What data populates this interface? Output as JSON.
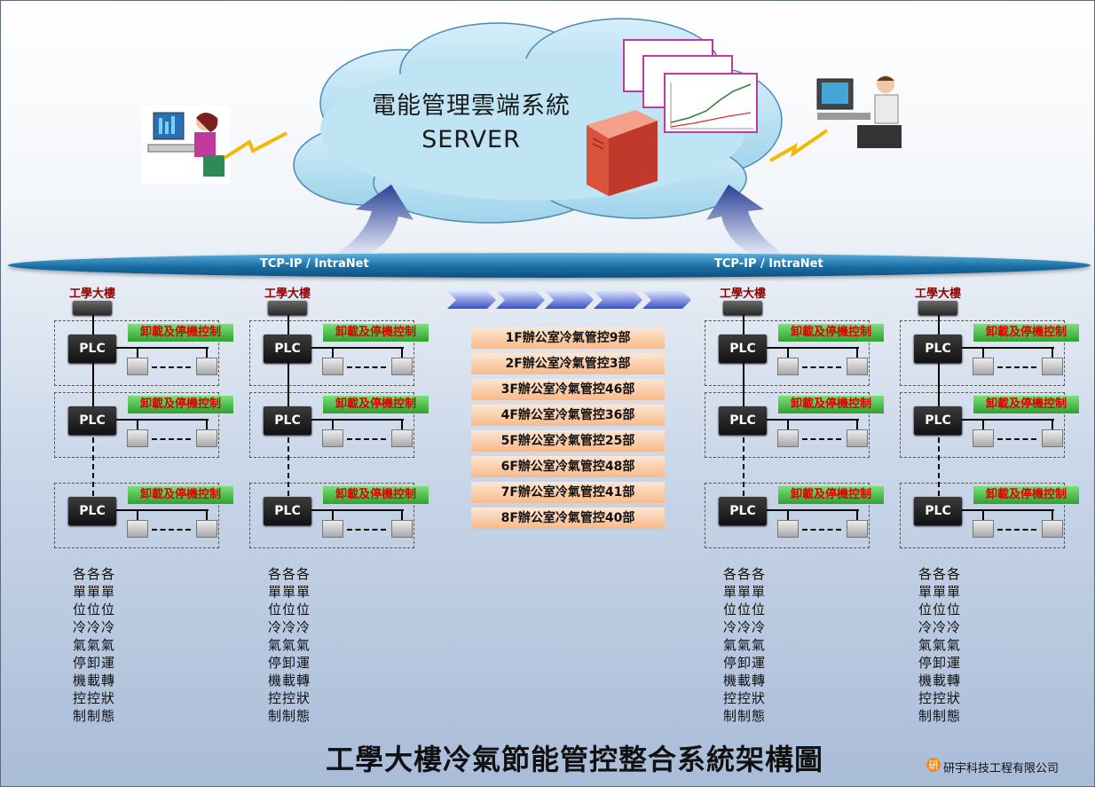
{
  "cloud": {
    "title": "電能管理雲端系統",
    "subtitle": "SERVER"
  },
  "bus_labels": [
    "TCP-IP / IntraNet",
    "TCP-IP / IntraNet"
  ],
  "building_label": "工學大樓",
  "plc_label": "PLC",
  "control_tag": "卸載及停機控制",
  "floors": [
    "1F辦公室冷氣管控9部",
    "2F辦公室冷氣管控3部",
    "3F辦公室冷氣管控46部",
    "4F辦公室冷氣管控36部",
    "5F辦公室冷氣管控25部",
    "6F辦公室冷氣管控48部",
    "7F辦公室冷氣管控41部",
    "8F辦公室冷氣管控40部"
  ],
  "vertical_text_rows": [
    "各各各",
    "單單單",
    "位位位",
    "冷冷冷",
    "氣氣氣",
    "停卸運",
    "機載轉",
    "控控狀",
    "制制態"
  ],
  "main_title": "工學大樓冷氣節能管控整合系統架構圖",
  "company": "研宇科技工程有限公司",
  "colors": {
    "bus": "#1a6fa5",
    "control_tag_bg": "#3fb53f",
    "control_tag_text": "#e00000",
    "floor_bg": "#f7b98a",
    "building_label": "#8b0000"
  }
}
